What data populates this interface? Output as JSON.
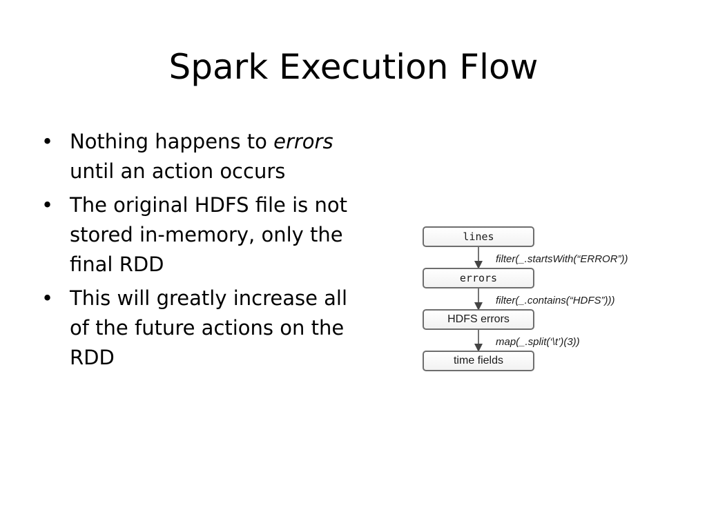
{
  "slide": {
    "title": "Spark Execution Flow"
  },
  "bullets": [
    {
      "pre": "Nothing happens to ",
      "em": "errors",
      "post": " until an action occurs"
    },
    {
      "text": "The original HDFS file is not stored in-memory, only the final RDD"
    },
    {
      "text": "This will greatly increase all of the future actions on the RDD"
    }
  ],
  "diagram": {
    "nodes": [
      "lines",
      "errors",
      "HDFS errors",
      "time fields"
    ],
    "edges": [
      "filter(_.startsWith(“ERROR”))",
      "filter(_.contains(“HDFS”)))",
      "map(_.split(‘\\t’)(3))"
    ]
  }
}
